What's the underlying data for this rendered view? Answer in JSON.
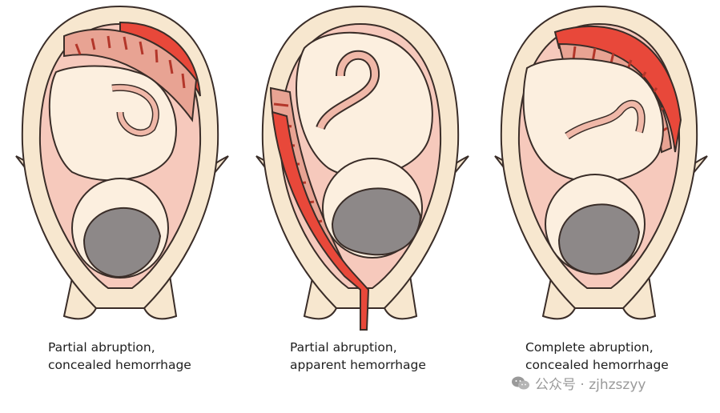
{
  "panels": [
    {
      "caption_line1": "Partial abruption,",
      "caption_line2": "concealed hemorrhage"
    },
    {
      "caption_line1": "Partial abruption,",
      "caption_line2": "apparent hemorrhage"
    },
    {
      "caption_line1": "Complete abruption,",
      "caption_line2": "concealed hemorrhage"
    }
  ],
  "watermark": {
    "text": "公众号 · zjhzszyy",
    "icon": "wechat-icon"
  },
  "colors": {
    "uterus_wall": "#f7e7cf",
    "outline": "#3a2d28",
    "amniotic": "#f6c9bc",
    "fetus_skin": "#fcefdf",
    "hemorrhage": "#e8483a",
    "placenta_stripes": "#b3362a",
    "hair": "#8d8888"
  }
}
